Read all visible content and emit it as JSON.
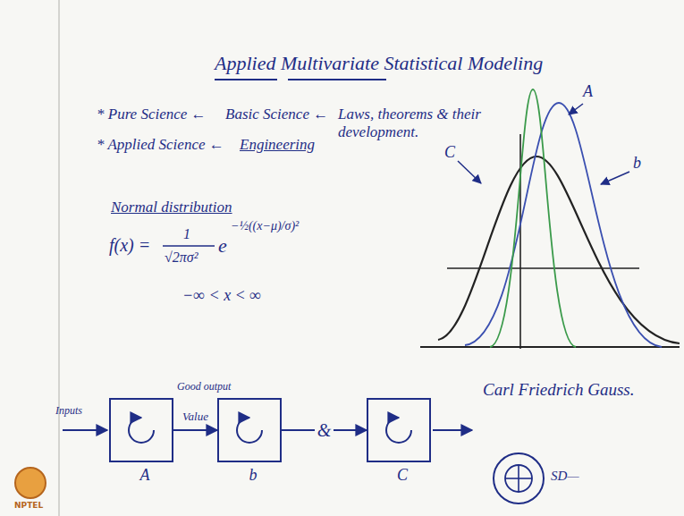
{
  "diagram": {
    "title": "Applied Multivariate Statistical Modeling",
    "nodes": [
      {
        "text": [
          "A"
        ]
      },
      {
        "text": [
          "b"
        ]
      },
      {
        "text": [
          "C"
        ]
      }
    ],
    "edges": [
      {
        "from": 0,
        "to": 1,
        "arrow": "to",
        "label": "Value"
      },
      {
        "from": 1,
        "to": 2,
        "arrow": "to",
        "label": "&"
      }
    ],
    "labels": [
      "* Pure Science ←",
      "Basic Science ←",
      "Laws, theorems & their development.",
      "* Applied Science ←",
      "Engineering",
      "Normal distribution",
      "f(x) =",
      "1",
      "√2πσ²",
      "e",
      "−½((x−μ)/σ)²",
      "−∞ < x < ∞",
      "C",
      "A",
      "b",
      "Carl Friedrich Gauss.",
      "Inputs",
      "Good output",
      "SD—",
      "NPTEL"
    ]
  }
}
